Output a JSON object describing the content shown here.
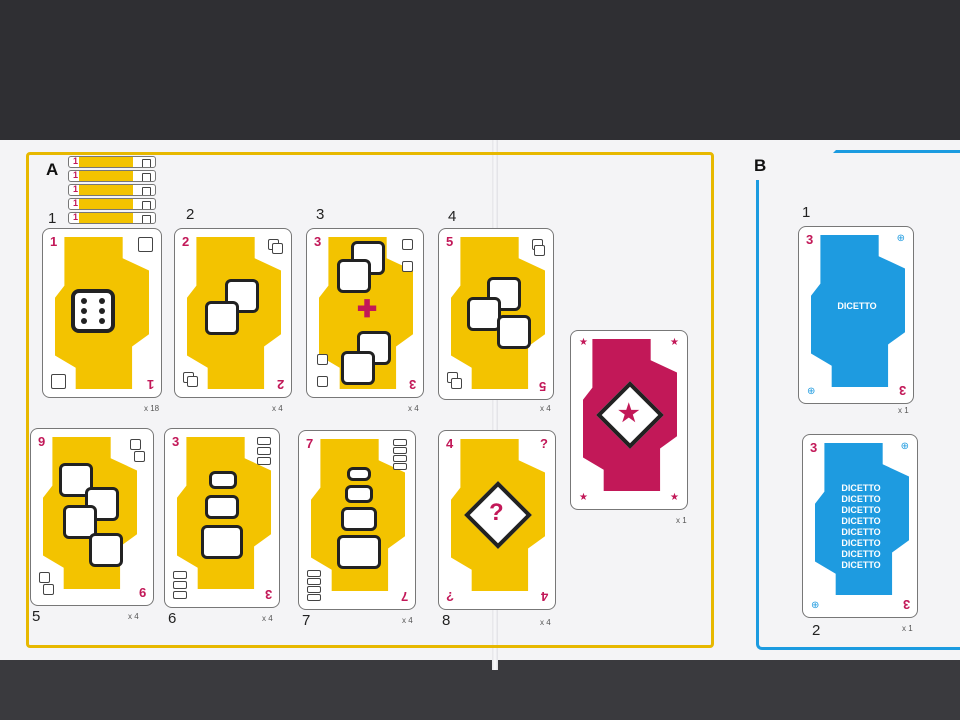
{
  "sections": {
    "a_label": "A",
    "b_label": "B"
  },
  "section_a": {
    "numbers": [
      "1",
      "2",
      "3",
      "4",
      "5",
      "6",
      "7",
      "8"
    ],
    "counts": [
      "x 18",
      "x 4",
      "x 4",
      "x 4",
      "x 4",
      "x 4",
      "x 4",
      "x 4",
      "x 1"
    ],
    "card_values": {
      "c1": "1",
      "c2": "2",
      "c3": "3",
      "c4": "5",
      "c5": "9",
      "c6": "3",
      "c7": "7",
      "c8": "4",
      "c8q": "?"
    },
    "stack_value": "1"
  },
  "section_b": {
    "numbers": [
      "1",
      "2"
    ],
    "counts": [
      "x 1",
      "x 1"
    ],
    "card_value": "3",
    "title_single": "DICETTO",
    "title_repeat": [
      "DICETTO",
      "DICETTO",
      "DICETTO",
      "DICETTO",
      "DICETTO",
      "DICETTO",
      "DICETTO",
      "DICETTO"
    ]
  },
  "colors": {
    "yellow": "#f3c300",
    "magenta": "#c21858",
    "blue": "#1e9be0",
    "frame_a": "#e7b800",
    "frame_b": "#1b9be0"
  }
}
